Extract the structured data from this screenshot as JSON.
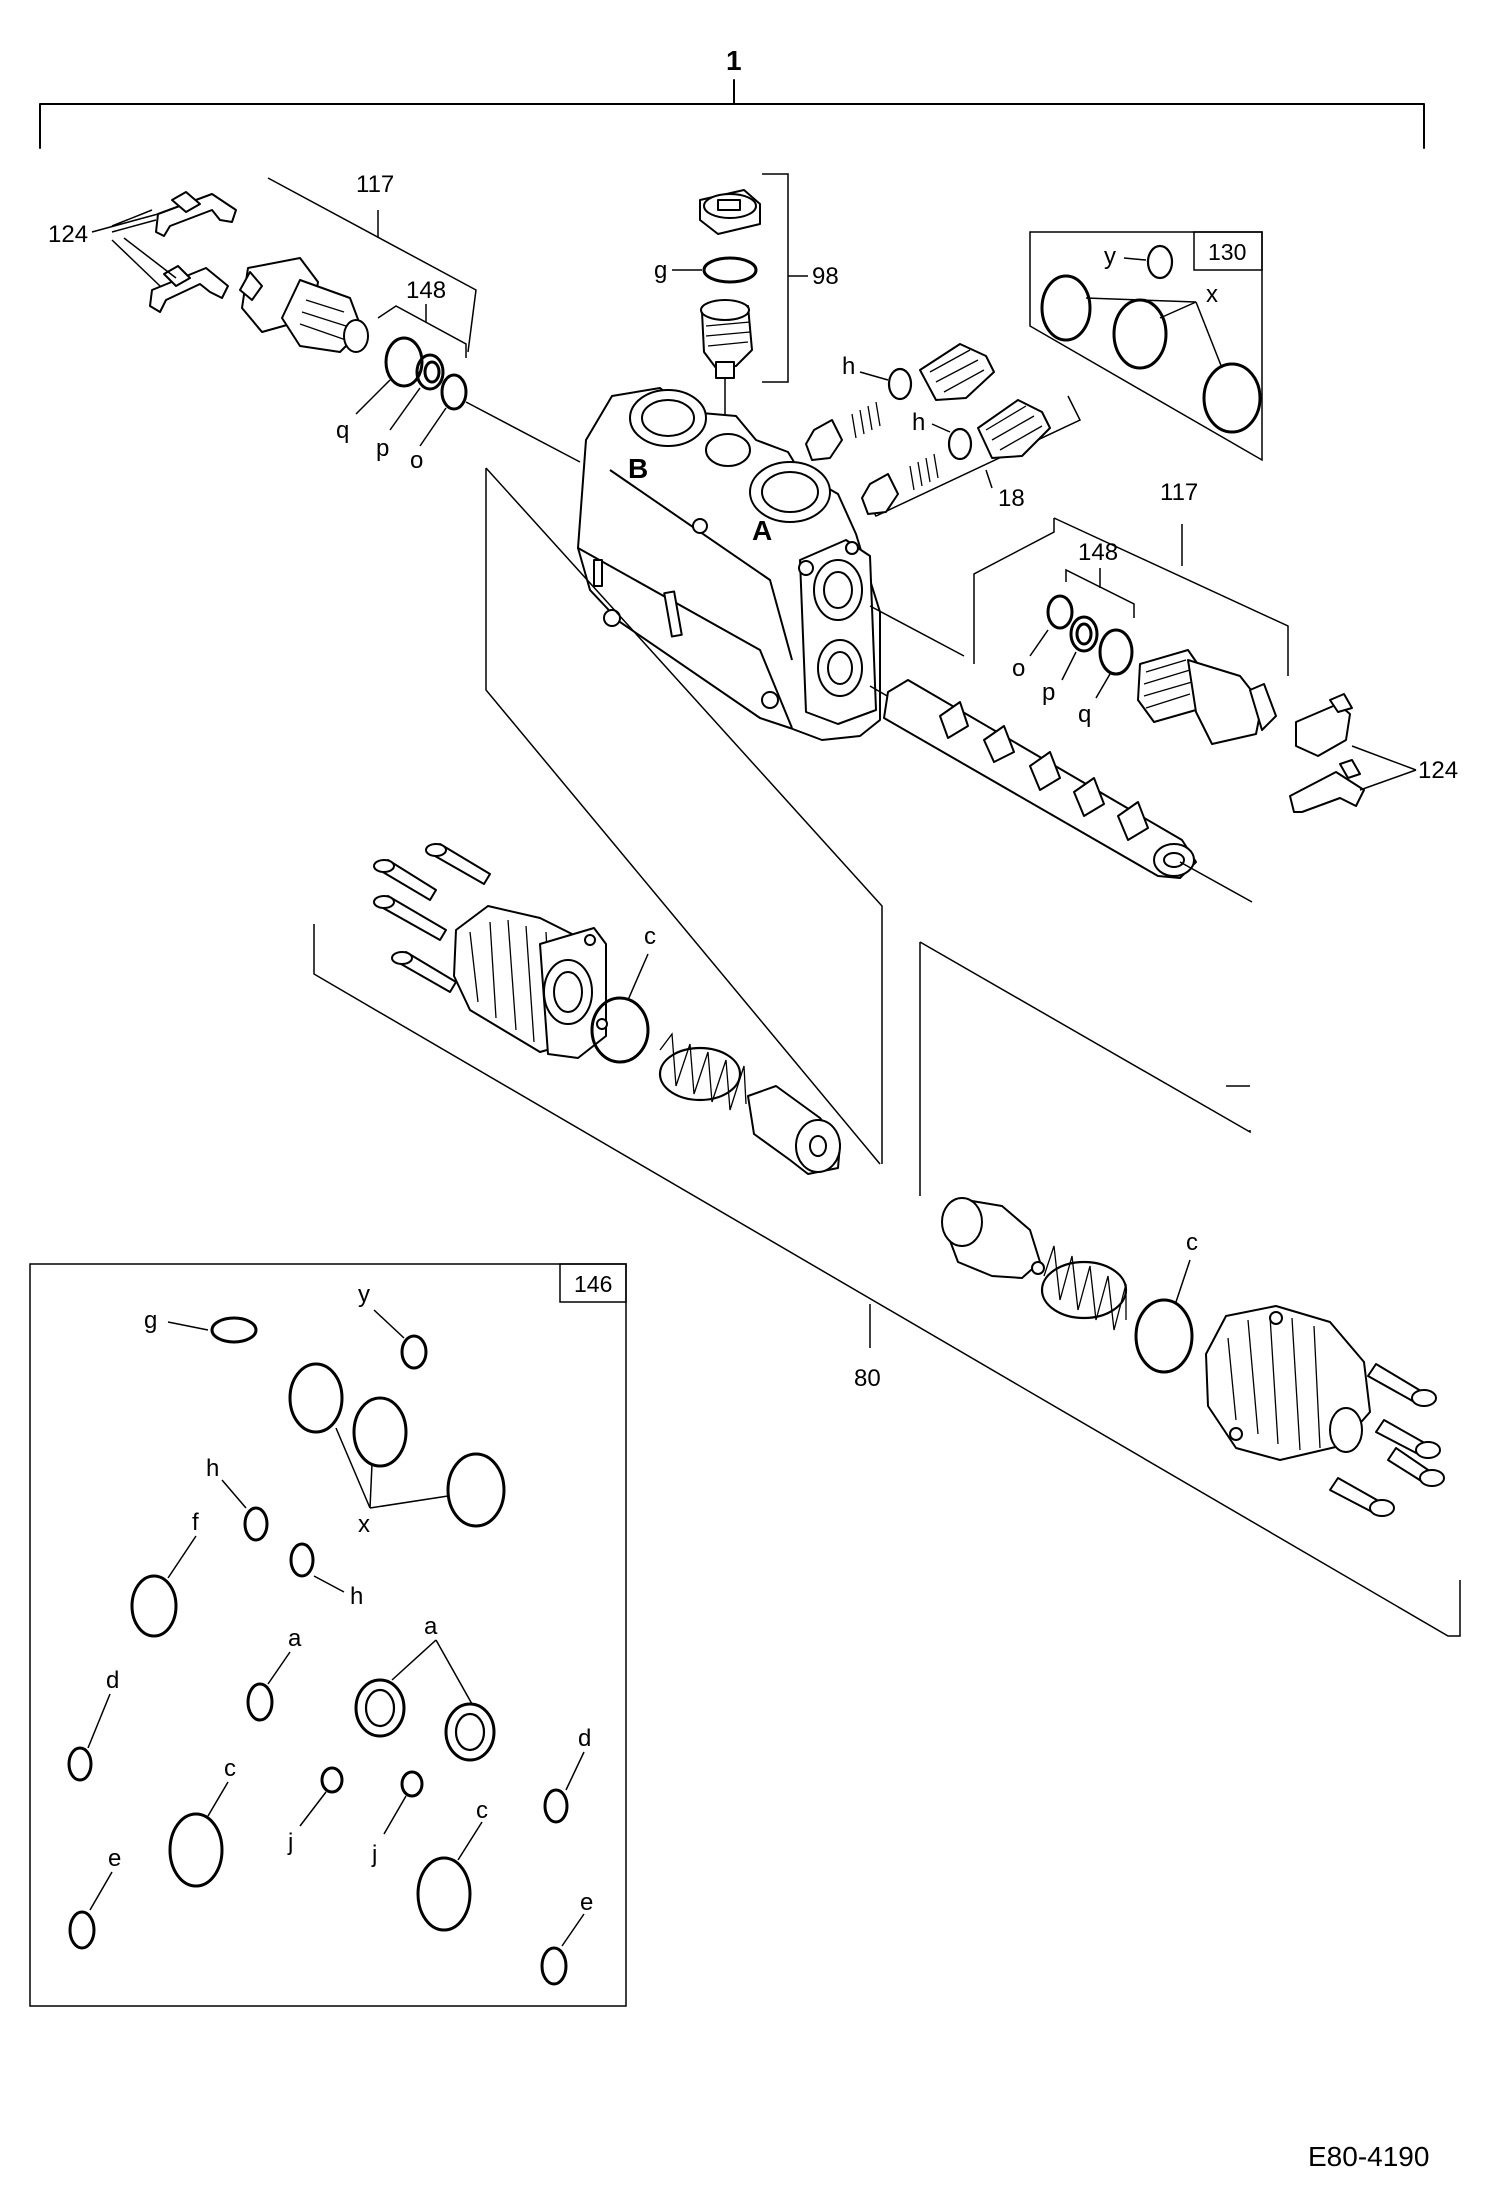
{
  "assembly": {
    "main_callout": "1"
  },
  "callouts": {
    "c124_left": "124",
    "c117_left": "117",
    "c148_left": "148",
    "c98": "98",
    "c130": "130",
    "c18": "18",
    "c117_right": "117",
    "c148_right": "148",
    "c124_right": "124",
    "c80": "80"
  },
  "letters": {
    "g_top": "g",
    "y_top": "y",
    "x_top": "x",
    "h1": "h",
    "h2": "h",
    "q_left": "q",
    "p_left": "p",
    "o_left": "o",
    "o_right": "o",
    "p_right": "p",
    "q_right": "q",
    "c_left": "c",
    "c_right": "c"
  },
  "port_marks": {
    "a": "A",
    "b": "B"
  },
  "seal_kit": {
    "number": "146",
    "labels": {
      "g": "g",
      "y": "y",
      "x": "x",
      "h1": "h",
      "h2": "h",
      "f": "f",
      "a1": "a",
      "a2": "a",
      "d1": "d",
      "d2": "d",
      "c1": "c",
      "c2": "c",
      "j1": "j",
      "j2": "j",
      "e1": "e",
      "e2": "e"
    }
  },
  "drawing_code": "E80-4190"
}
